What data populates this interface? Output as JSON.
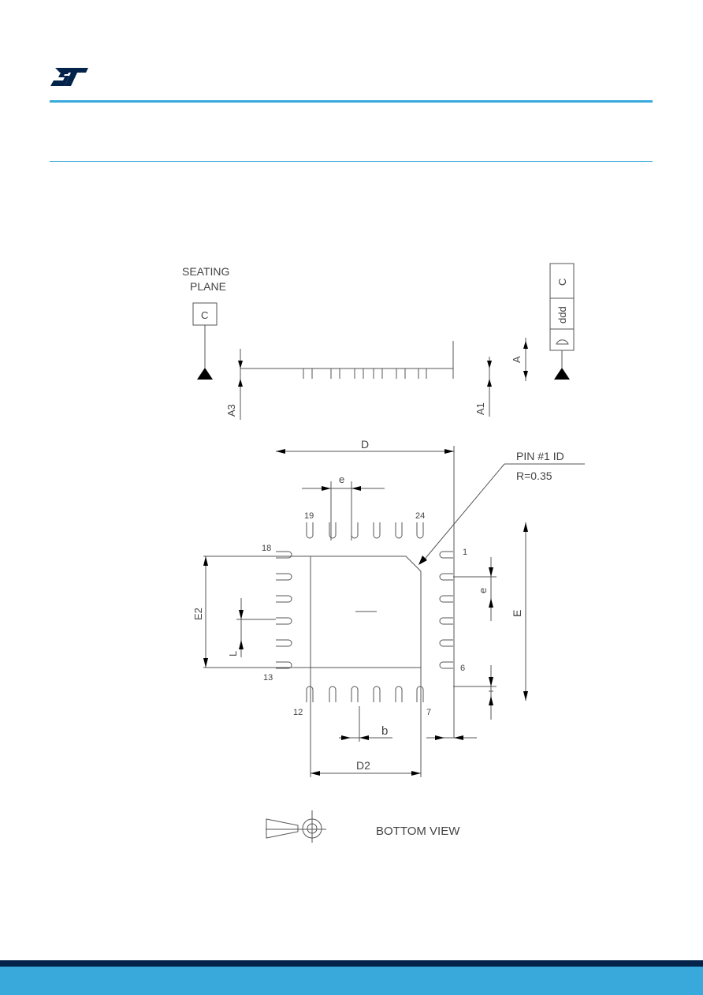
{
  "header": {
    "logo_icon": "st-logo-icon",
    "brand_color": "#03234b",
    "accent_color": "#39a9dc"
  },
  "side_view": {
    "seating_label": "SEATING",
    "plane_label": "PLANE",
    "datum_c": "C",
    "ddd_label": "ddd",
    "ddd_datum": "C",
    "dim_a": "A",
    "dim_a1": "A1",
    "dim_a3": "A3"
  },
  "bottom_view": {
    "dim_d": "D",
    "dim_e_pitch": "e",
    "pin1_label": "PIN #1 ID",
    "pin1_size": "R=0.35",
    "pin_19": "19",
    "pin_24": "24",
    "pin_18": "18",
    "pin_1": "1",
    "pin_13": "13",
    "pin_6": "6",
    "pin_12": "12",
    "pin_7": "7",
    "dim_e2": "E2",
    "dim_l": "L",
    "dim_e_side": "e",
    "dim_e": "E",
    "dim_b": "b",
    "dim_d2": "D2",
    "projection_icon": "third-angle-projection-icon",
    "view_caption": "BOTTOM VIEW"
  }
}
